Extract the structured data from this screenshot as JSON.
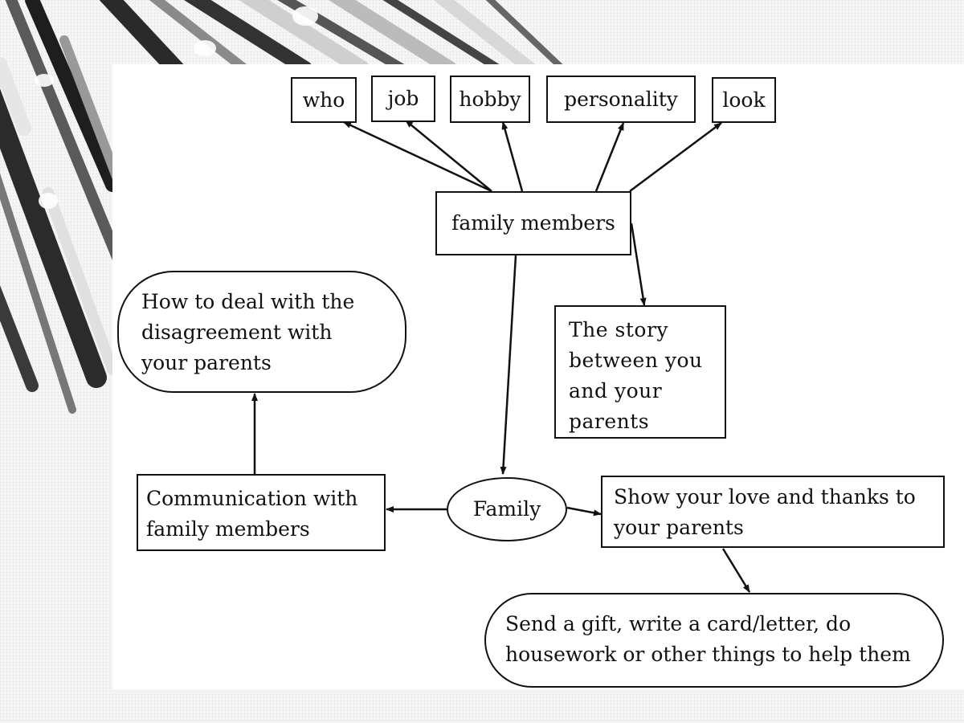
{
  "diagram": {
    "nodes": {
      "who": "who",
      "job": "job",
      "hobby": "hobby",
      "personality": "personality",
      "look": "look",
      "family_members": "family members",
      "story": "The story between you and your parents",
      "deal": "How to deal with the disagreement with your parents",
      "communication": "Communication with family members",
      "family": "Family",
      "show_love": "Show your love and thanks to your parents",
      "send_gift": "Send a gift, write a card/letter, do housework or other things to help them"
    }
  }
}
